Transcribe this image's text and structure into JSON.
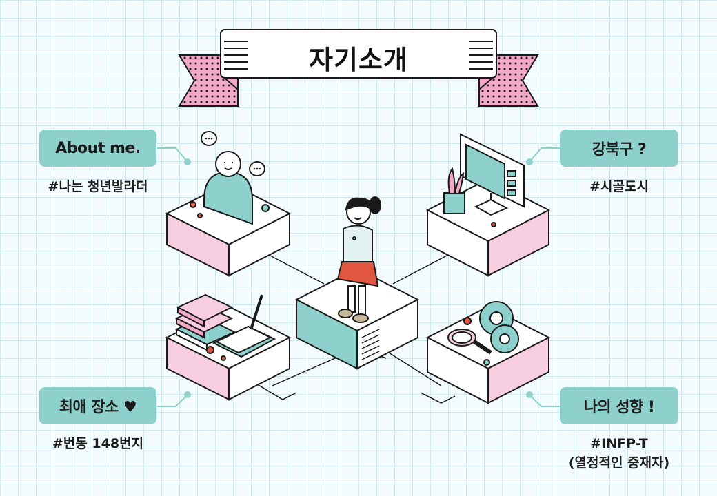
{
  "title": "자기소개",
  "sections": {
    "top_left": {
      "label": "About me.",
      "tag": "#나는 청년발라더"
    },
    "top_right": {
      "label": "강북구 ?",
      "tag": "#시골도시"
    },
    "bottom_left": {
      "label": "최애 장소 ♥",
      "tag": "#번동 148번지"
    },
    "bottom_right": {
      "label": "나의 성향 !",
      "tag_line1": "#INFP-T",
      "tag_line2": "(열정적인 중재자)"
    }
  },
  "colors": {
    "teal": "#8ed1cc",
    "pink": "#f7cde0",
    "ribbon_pink": "#f2a9c6",
    "outline": "#1a1a1a",
    "grid": "#cfe7f0"
  },
  "icons": [
    "speech-bubble-icon",
    "person-icon",
    "monitor-icon",
    "plant-icon",
    "books-icon",
    "pencil-icon",
    "gear-icon",
    "magnifier-icon",
    "girl-figure-icon"
  ]
}
